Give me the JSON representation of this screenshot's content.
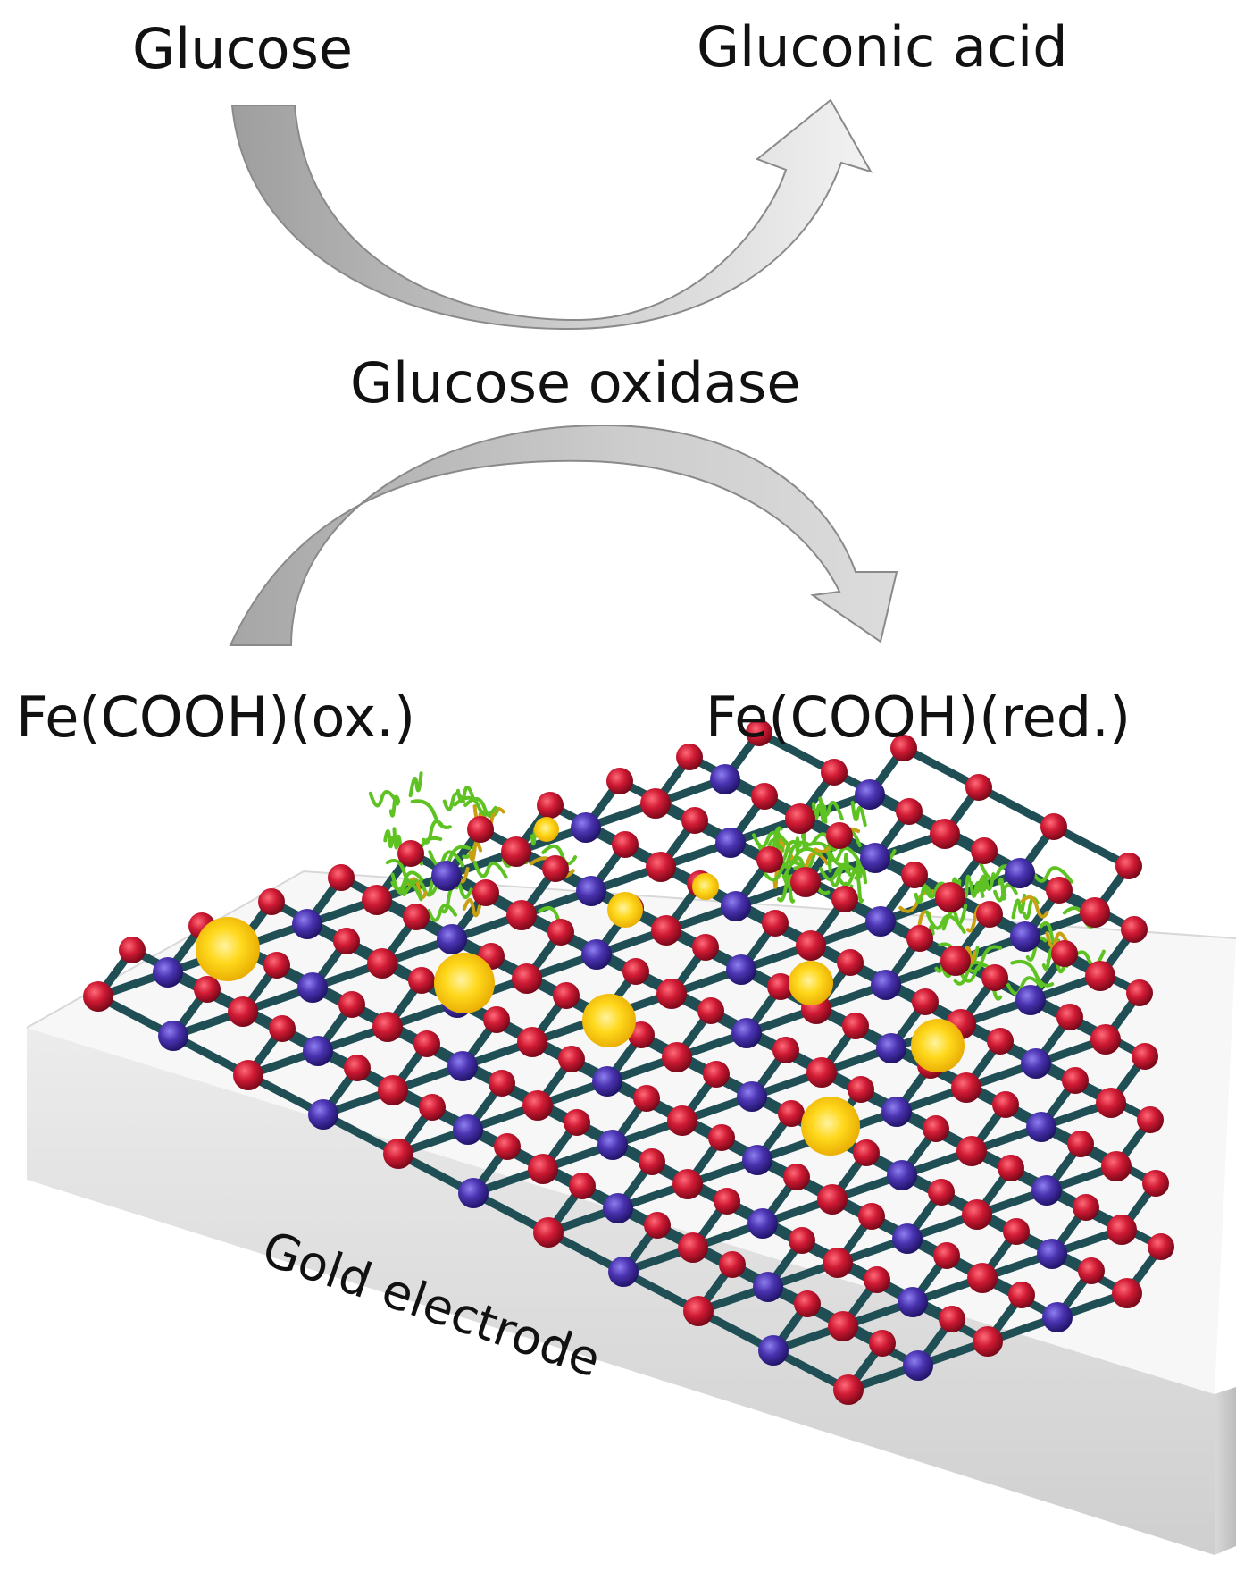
{
  "labels": {
    "substrate": "Glucose",
    "product": "Gluconic acid",
    "enzyme": "Glucose oxidase",
    "mediator_oxidized": "Fe(COOH)(ox.)",
    "mediator_reduced": "Fe(COOH)(red.)",
    "electrode": "Gold electrode"
  },
  "colors": {
    "arrow_gray": "#a9a9a9",
    "arrow_light": "#eeeeee",
    "slab_top": "#f6f6f6",
    "slab_side": "#dddddd",
    "bond": "#1f4e55",
    "node_red": "#c8102e",
    "node_purple": "#3f2a99",
    "particle_gold": "#ffd21a",
    "enzyme_green": "#5ec322"
  },
  "icons": {
    "upper_arrow": "curved-arrow-up-right",
    "lower_arrow": "curved-arrow-down-right",
    "lattice": "metal-organic-framework-lattice",
    "enzyme": "protein-ribbon-cluster"
  }
}
